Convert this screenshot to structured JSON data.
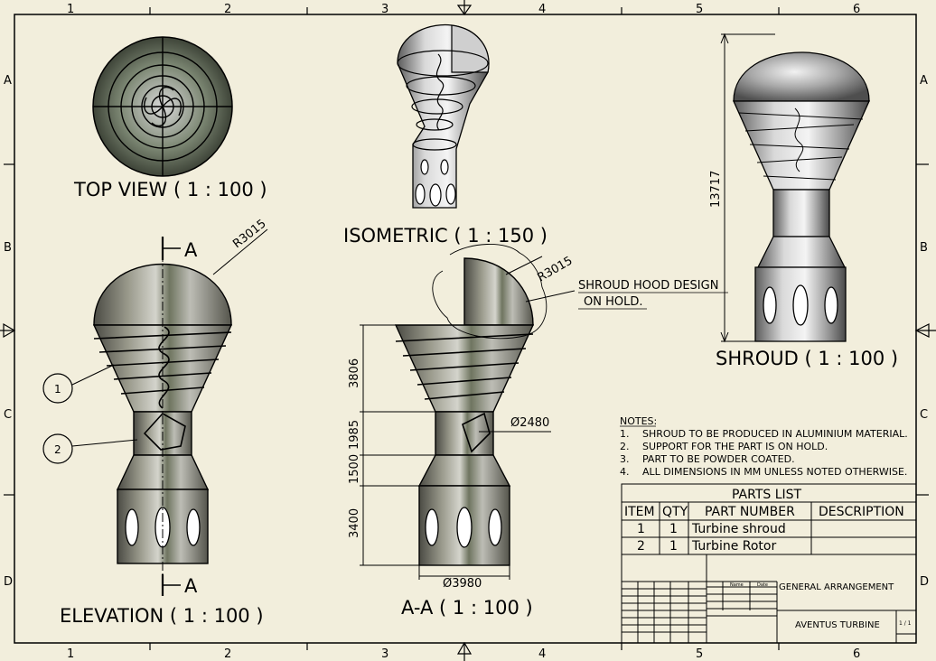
{
  "colors": {
    "paper": "#f2eedc",
    "line": "#000000",
    "metal_dark": "#6d6d6d",
    "metal_light": "#e4e4e4"
  },
  "border": {
    "columns": [
      "1",
      "2",
      "3",
      "4",
      "5",
      "6"
    ],
    "rows": [
      "A",
      "B",
      "C",
      "D"
    ]
  },
  "views": {
    "top_view": "TOP VIEW ( 1 : 100 )",
    "isometric": "ISOMETRIC ( 1 : 150 )",
    "shroud": "SHROUD ( 1 : 100 )",
    "elevation": "ELEVATION ( 1 : 100 )",
    "section": "A-A ( 1 : 100 )"
  },
  "annotations": {
    "section_marker_top": "A",
    "section_marker_bottom": "A",
    "radius_elevation": "R3015",
    "radius_section": "R3015",
    "hood_note_line1": "SHROUD HOOD DESIGN",
    "hood_note_line2": "ON HOLD.",
    "balloon_1": "1",
    "balloon_2": "2"
  },
  "dimensions": {
    "shroud_height": "13717",
    "cone_height": "3806",
    "neck_height": "1985",
    "transition_height": "1500",
    "base_height": "3400",
    "rotor_diameter": "Ø2480",
    "base_diameter": "Ø3980"
  },
  "notes": {
    "title": "NOTES:",
    "items": [
      {
        "num": "1.",
        "text": "SHROUD TO BE PRODUCED IN ALUMINIUM MATERIAL."
      },
      {
        "num": "2.",
        "text": "SUPPORT FOR THE PART IS ON HOLD."
      },
      {
        "num": "3.",
        "text": "PART TO BE POWDER COATED."
      },
      {
        "num": "4.",
        "text": "ALL DIMENSIONS IN MM UNLESS NOTED OTHERWISE."
      }
    ]
  },
  "parts_list": {
    "title": "PARTS LIST",
    "headers": [
      "ITEM",
      "QTY",
      "PART NUMBER",
      "DESCRIPTION"
    ],
    "rows": [
      [
        "1",
        "1",
        "Turbine shroud",
        ""
      ],
      [
        "2",
        "1",
        "Turbine Rotor",
        ""
      ]
    ]
  },
  "title_block": {
    "name_label": "Name",
    "date_label": "Date",
    "drawing_title": "GENERAL ARRANGEMENT",
    "project": "AVENTUS TURBINE",
    "sheet": "1 / 1"
  }
}
